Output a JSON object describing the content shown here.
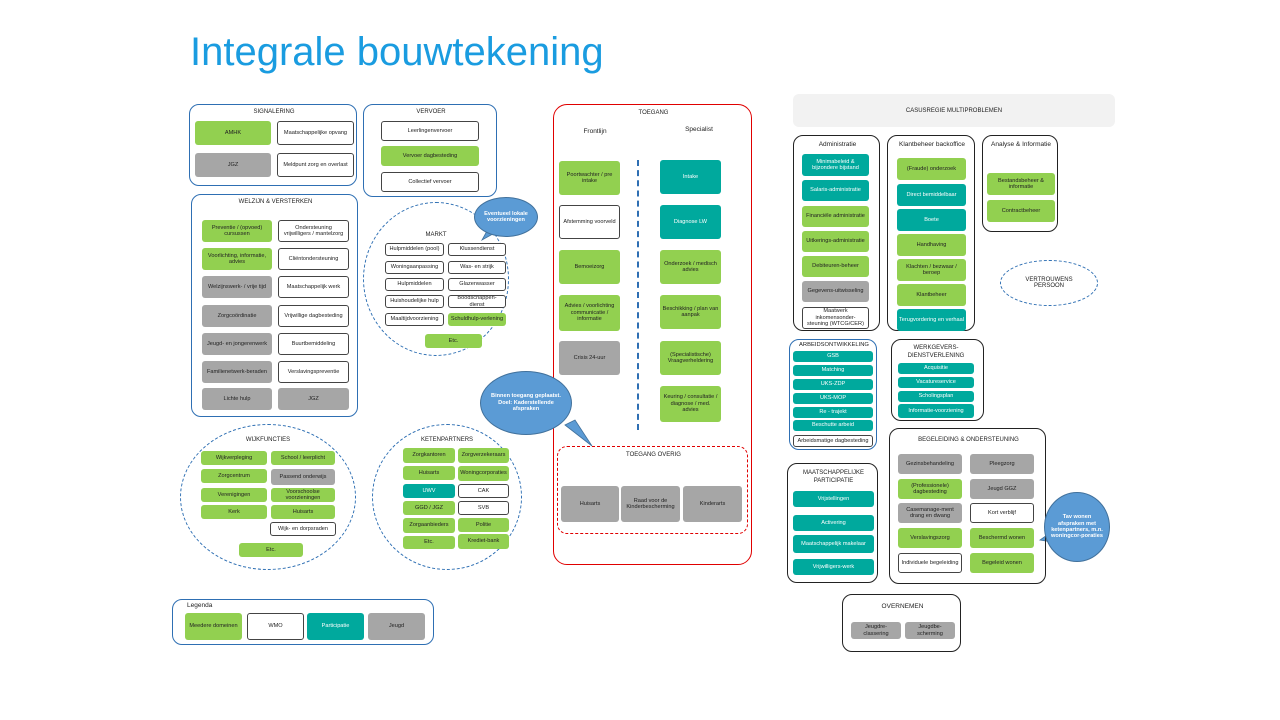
{
  "title": "Integrale bouwtekening",
  "casusregie": "CASUSREGIE MULTIPROBLEMEN",
  "signalering": {
    "title": "SIGNALERING",
    "items": [
      "AMHK",
      "Maatschappelijke opvang",
      "JGZ",
      "Meldpunt zorg en overlast"
    ]
  },
  "vervoer": {
    "title": "VERVOER",
    "items": [
      "Leerlingenvervoer",
      "Vervoer dagbesteding",
      "Collectief vervoer"
    ]
  },
  "welzijn": {
    "title": "WELZIJN & VERSTERKEN",
    "items": [
      "Preventie / (opvoed) cursussen",
      "Ondersteuning vrijwilligers / mantelzorg",
      "Voorlichting, informatie, advies",
      "Cliëntondersteuning",
      "Welzijnswerk- / vrije tijd",
      "Maatschappelijk werk",
      "Zorgcoördinatie",
      "Vrijwillige dagbesteding",
      "Jeugd- en jongerenwerk",
      "Buurtbemiddeling",
      "Familienetwerk-beraden",
      "Verslavingspreventie",
      "Lichte hulp",
      "JGZ"
    ]
  },
  "markt": {
    "title": "MARKT",
    "items": [
      "Hulpmiddelen (pool)",
      "Klussendienst",
      "Woningaanpassing",
      "Was- en strijk",
      "Hulpmiddelen",
      "Glazenwasser",
      "Huishoudelijke hulp",
      "Boodschappen-dienst",
      "Maaltijdvoorziening",
      "Schuldhulp-verlening",
      "Etc."
    ],
    "bubble": "Eventueel lokale voorzieningen"
  },
  "wijkfuncties": {
    "title": "WIJKFUNCTIES",
    "items": [
      "Wijkverpleging",
      "School / leerplicht",
      "Zorgcentrum",
      "Passend onderwijs",
      "Verenigingen",
      "Voorschoolse voorzieningen",
      "Kerk",
      "Huisarts",
      "Wijk- en dorpsraden",
      "Etc."
    ]
  },
  "ketenpartners": {
    "title": "KETENPARTNERS",
    "items": [
      "Zorgkantoren",
      "Zorgverzekeraars",
      "Huisarts",
      "Woningcorporaties",
      "UWV",
      "CAK",
      "GGD / JGZ",
      "SVB",
      "Zorgaanbieders",
      "Politie",
      "Etc.",
      "Krediet-bank"
    ]
  },
  "toegang": {
    "title": "TOEGANG",
    "frontlijn": "Frontlijn",
    "specialist": "Specialist",
    "left": [
      "Poortwachter / pre intake",
      "Afstemming voorveld",
      "Bemoeizorg",
      "Advies / voorlichting communicatie / informatie",
      "Crisis 24-uur"
    ],
    "right": [
      "Intake",
      "Diagnose LW",
      "Onderzoek / medisch advies",
      "Beschikking / plan van aanpak",
      "(Specialistische) Vraagverheldering",
      "Keuring / consultatie / diagnose / med. advies"
    ],
    "bubble": "Binnen toegang geplaatst. Doel: Kaderstellende afspraken",
    "overig_title": "TOEGANG OVERIG",
    "overig": [
      "Huisarts",
      "Raad voor de Kinderbescherming",
      "Kinderarts"
    ]
  },
  "legenda": {
    "title": "Legenda",
    "items": [
      "Meedere domeinen",
      "WMO",
      "Participatie",
      "Jeugd"
    ]
  },
  "administratie": {
    "title": "Administratie",
    "items": [
      "Minimabeleid & bijzondere bijstand",
      "Salaris-administratie",
      "Financiële administratie",
      "Uitkerings-administratie",
      "Debiteuren-beheer",
      "Gegevens-uitwisseling",
      "Maatwerk inkomensonder-steuning (WTCG/CER)"
    ]
  },
  "klantbeheer": {
    "title": "Klantbeheer backoffice",
    "items": [
      "(Fraude) onderzoek",
      "Direct bemiddelbaar",
      "Boete",
      "Handhaving",
      "Klachten / bezwaar / beroep",
      "Klantbeheer",
      "Terugvordering en verhaal"
    ]
  },
  "analyse": {
    "title": "Analyse & Informatie",
    "items": [
      "Bestandsbeheer & informatie",
      "Contractbeheer"
    ]
  },
  "vertrouwens": "VERTROUWENS PERSOON",
  "arbeid": {
    "title": "ARBEIDSONTWIKKELING",
    "items": [
      "GSB",
      "Matching",
      "UKS-ZDP",
      "UKS-MOP",
      "Re - trajekt",
      "Beschutte arbeid",
      "Arbeidsmatige dagbesteding"
    ]
  },
  "werkgevers": {
    "title": "WERKGEVERS-DIENSTVERLENING",
    "items": [
      "Acquisitie",
      "Vacatureservice",
      "Scholingsplan",
      "Informatie-voorziening"
    ]
  },
  "participatie": {
    "title": "MAATSCHAPPELIJKE PARTICIPATIE",
    "items": [
      "Vrijstellingen",
      "Activering",
      "Maatschappelijk makelaar",
      "Vrijwilligers-werk"
    ]
  },
  "begeleiding": {
    "title": "BEGELEIDING & ONDERSTEUNING",
    "items": [
      "Gezinsbehandeling",
      "Pleegzorg",
      "(Professionele) dagbesteding",
      "Jeugd GGZ",
      "Casemanage-ment drang en dwang",
      "Kort verblijf",
      "Verslavingszorg",
      "Beschermd wonen",
      "Individuele begeleiding",
      "Begeleid wonen"
    ],
    "bubble": "Tav wonen afspraken met ketenpartners, m.n. woningcor-poraties"
  },
  "overnemen": {
    "title": "OVERNEMEN",
    "items": [
      "Jeugdre-classering",
      "Jeugdbe-scherming"
    ]
  },
  "colors": {
    "green": "#92d050",
    "teal": "#00a99d",
    "gray": "#a6a6a6",
    "blue": "#1a9ce0"
  }
}
